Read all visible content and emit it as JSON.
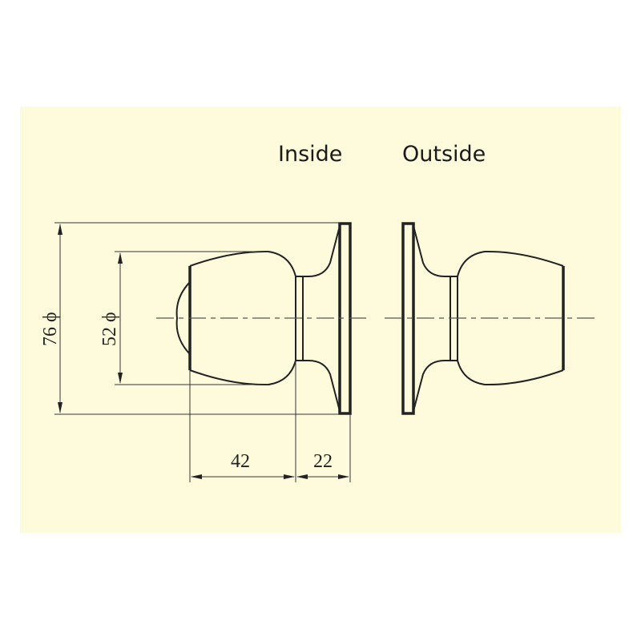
{
  "labels": {
    "inside": "Inside",
    "outside": "Outside"
  },
  "dimensions": {
    "rose_diameter": "76 ϕ",
    "knob_diameter": "52 ϕ",
    "knob_length": "42",
    "rose_projection": "22"
  },
  "colors": {
    "background": "#fdfbdc",
    "line": "#222222"
  }
}
